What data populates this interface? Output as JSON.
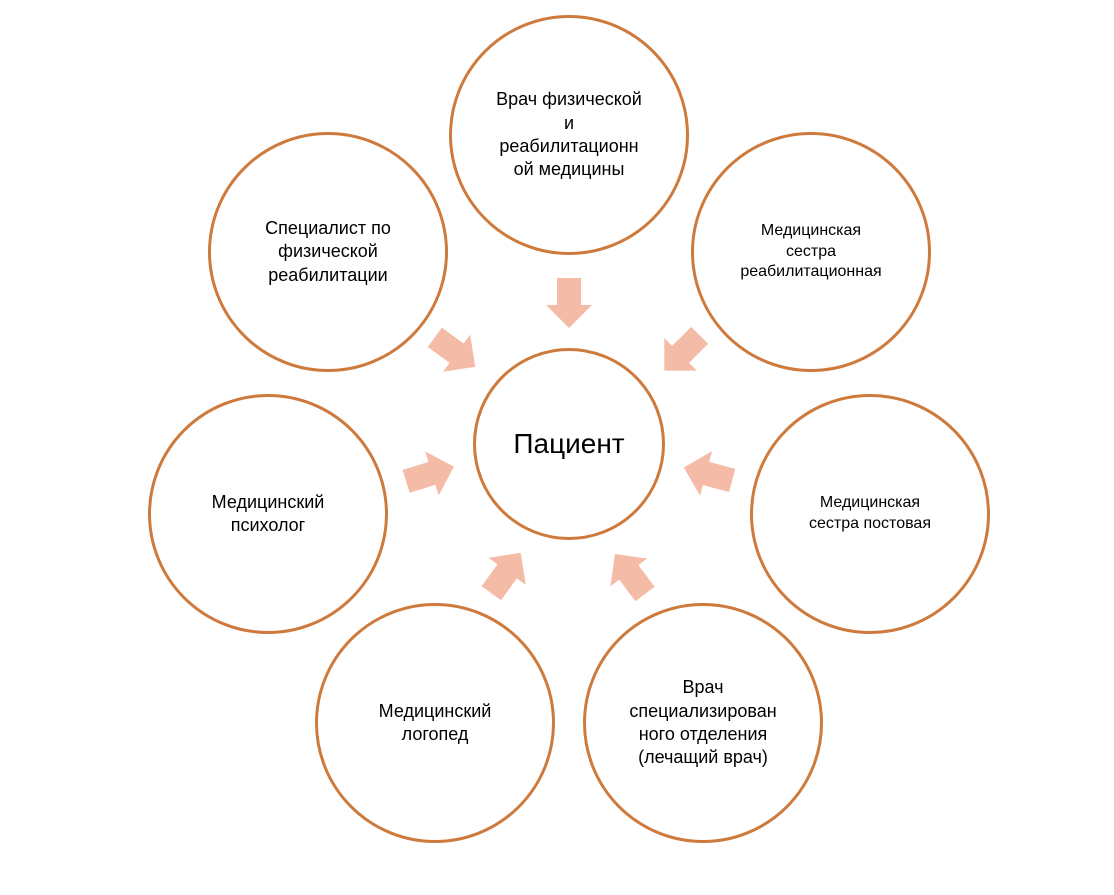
{
  "diagram": {
    "colors": {
      "circle_border": "#CD7A3C",
      "arrow_fill": "#F4BBA6",
      "text": "#000000",
      "background": "#FFFFFF"
    },
    "center": {
      "label": "Пациент"
    },
    "nodes": {
      "top": {
        "label": "Врач физической\nи\nреабилитационн\nой медицины"
      },
      "top_left": {
        "label": "Специалист по\nфизической\nреабилитации"
      },
      "top_right": {
        "label": "Медицинская\nсестра\nреабилитационная"
      },
      "left": {
        "label": "Медицинский\nпсихолог"
      },
      "right": {
        "label": "Медицинская\nсестра постовая"
      },
      "bottom_left": {
        "label": "Медицинский\nлогопед"
      },
      "bottom_right": {
        "label": "Врач\nспециализирован\nного отделения\n(лечащий врач)"
      }
    }
  }
}
